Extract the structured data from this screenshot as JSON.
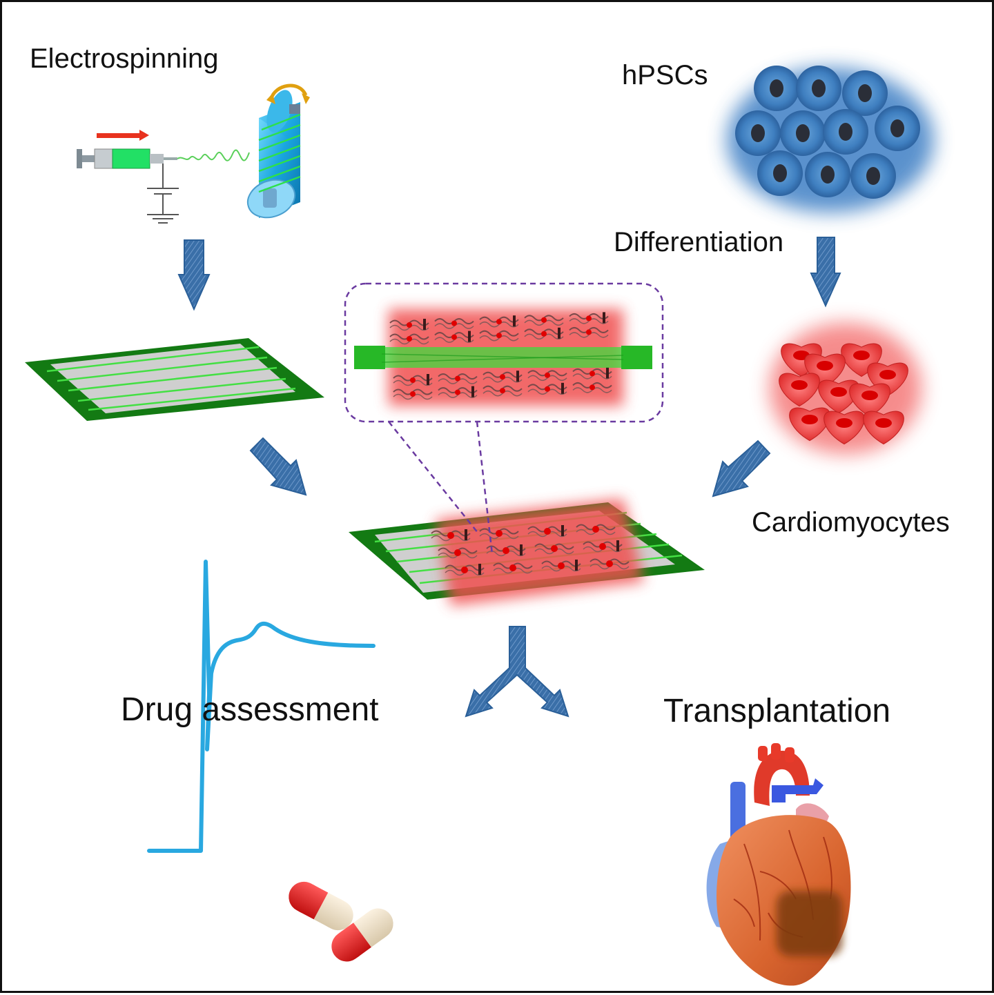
{
  "labels": {
    "electrospinning": "Electrospinning",
    "hpscs": "hPSCs",
    "differentiation": "Differentiation",
    "cardiomyocytes": "Cardiomyocytes",
    "drug_assessment": "Drug assessment",
    "transplantation": "Transplantation"
  },
  "colors": {
    "arrow": "#3a6fa8",
    "fiber_green": "#3ddc3d",
    "substrate": "#137a13",
    "tissue_red": "#e03838",
    "cell_blue": "#3f7fc0",
    "ecg_line": "#29a8e0",
    "border": "#111111"
  },
  "icons": {
    "syringe": "syringe-icon",
    "collector": "rotating-drum-icon",
    "cells": "stem-cell-cluster-icon",
    "cardio": "heart-cell-cluster-icon",
    "trace": "action-potential-trace-icon",
    "pills": "capsule-icon",
    "heart": "heart-icon"
  }
}
